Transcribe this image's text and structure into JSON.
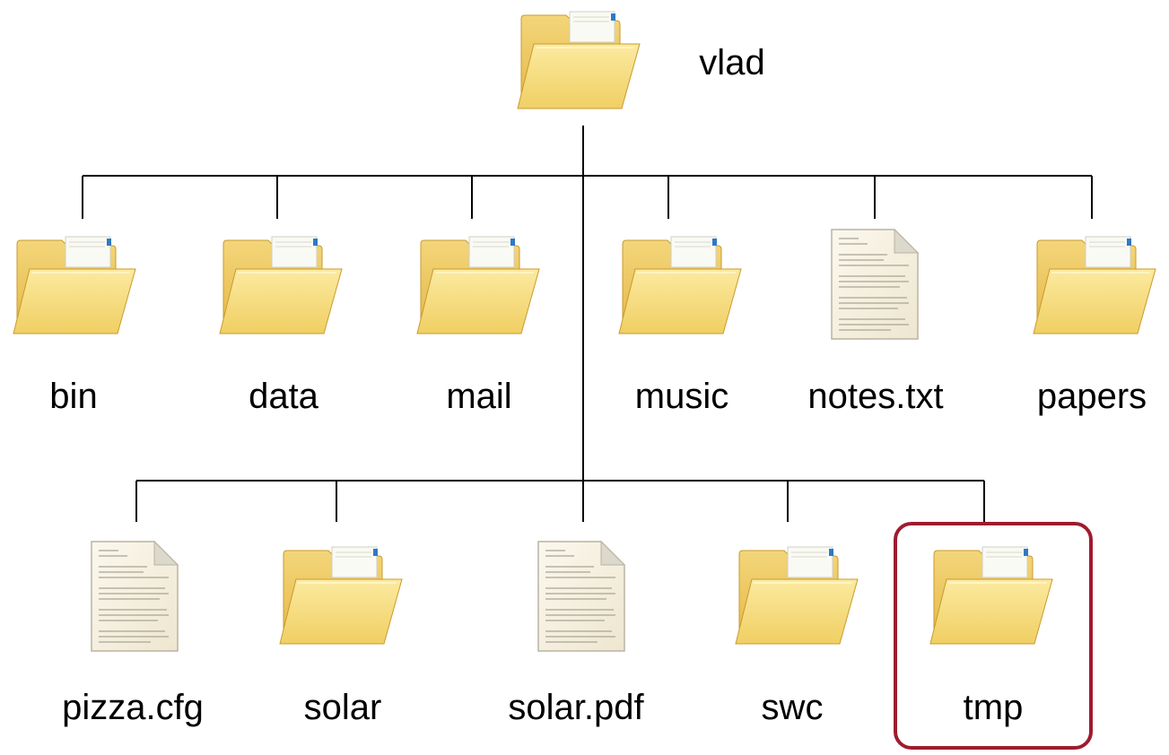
{
  "root": {
    "label": "vlad",
    "kind": "folder"
  },
  "level1": [
    {
      "label": "bin",
      "kind": "folder"
    },
    {
      "label": "data",
      "kind": "folder"
    },
    {
      "label": "mail",
      "kind": "folder"
    },
    {
      "label": "music",
      "kind": "folder"
    },
    {
      "label": "notes.txt",
      "kind": "file"
    },
    {
      "label": "papers",
      "kind": "folder"
    }
  ],
  "level2": [
    {
      "label": "pizza.cfg",
      "kind": "file"
    },
    {
      "label": "solar",
      "kind": "folder"
    },
    {
      "label": "solar.pdf",
      "kind": "file"
    },
    {
      "label": "swc",
      "kind": "folder"
    },
    {
      "label": "tmp",
      "kind": "folder",
      "highlighted": true
    }
  ],
  "colors": {
    "highlight": "#9e1c2e",
    "folder": "#f6d86a",
    "line": "#000000"
  }
}
